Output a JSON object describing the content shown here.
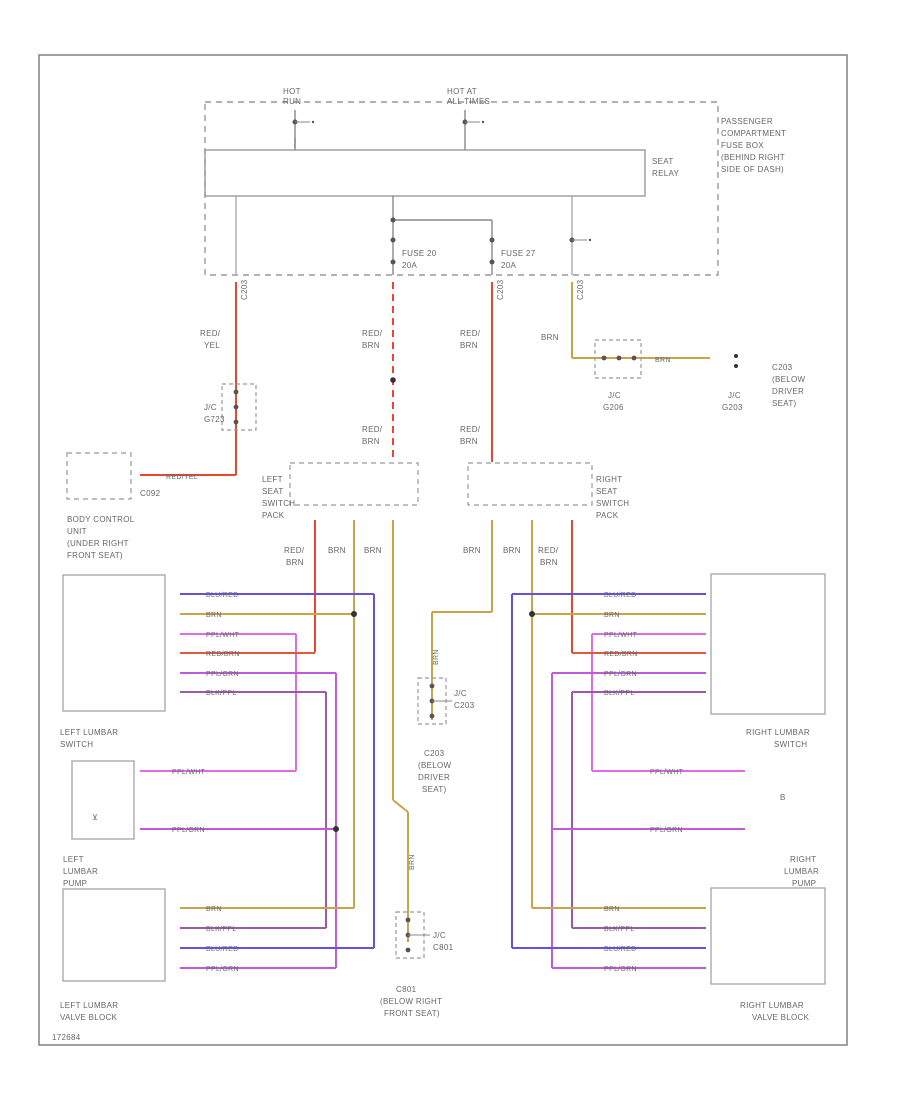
{
  "top_labels": {
    "hot_run": [
      "HOT",
      "RUN"
    ],
    "hot_all": [
      "HOT AT",
      "ALL TIMES"
    ]
  },
  "fuse_box": {
    "label": [
      "PASSENGER",
      "COMPARTMENT",
      "FUSE BOX",
      "(BEHIND RIGHT",
      "SIDE OF DASH)"
    ]
  },
  "seat_relay": [
    "SEAT",
    "RELAY"
  ],
  "fuse20": [
    "FUSE 20",
    "20A"
  ],
  "fuse27": [
    "FUSE 27",
    "20A"
  ],
  "connectors": {
    "c1": "C203",
    "c2": "C203",
    "c3": "C203"
  },
  "wire_labels": {
    "red_yel": [
      "RED/",
      "YEL"
    ],
    "red_brn_a": [
      "RED/",
      "BRN"
    ],
    "red_brn_b": [
      "RED/",
      "BRN"
    ],
    "red_brn_c": [
      "RED/",
      "BRN"
    ],
    "red_brn_d": [
      "RED/",
      "BRN"
    ],
    "brn_top": "BRN",
    "brn_right": "BRN",
    "red_yel_h": "RED/YEL",
    "brn_mid": "BRN",
    "brn_low": "BRN"
  },
  "splices": {
    "s1": [
      "J/C",
      "G723"
    ],
    "s2": [
      "J/C",
      "G206"
    ],
    "s3": [
      "J/C",
      "C203"
    ],
    "s4": [
      "J/C",
      "G203"
    ],
    "s5": [
      "J/C",
      "C801"
    ]
  },
  "c203_note": [
    "C203",
    "(BELOW",
    "DRIVER",
    "SEAT)"
  ],
  "c203_note_mid": [
    "C203",
    "(BELOW",
    "DRIVER",
    "SEAT)"
  ],
  "bcu": {
    "conn": "C092",
    "label": [
      "BODY CONTROL",
      "UNIT",
      "(UNDER RIGHT",
      "FRONT SEAT)"
    ]
  },
  "left_pack": [
    "LEFT",
    "SEAT",
    "SWITCH",
    "PACK"
  ],
  "right_pack": [
    "RIGHT",
    "SEAT",
    "SWITCH",
    "PACK"
  ],
  "left_pack_wires": {
    "w1": [
      "RED/",
      "BRN"
    ],
    "w2": "BRN",
    "w3": "BRN"
  },
  "right_pack_wires": {
    "w1": "BRN",
    "w2": "BRN",
    "w3": [
      "RED/",
      "BRN"
    ]
  },
  "left_switch": {
    "label": [
      "LEFT LUMBAR",
      "SWITCH"
    ],
    "wires": [
      "BLU/RED",
      "BRN",
      "PPL/WHT",
      "RED/BRN",
      "PPL/GRN",
      "BLK/PPL"
    ]
  },
  "right_switch": {
    "label": [
      "RIGHT LUMBAR",
      "SWITCH"
    ],
    "wires": [
      "BLU/RED",
      "BRN",
      "PPL/WHT",
      "RED/BRN",
      "PPL/GRN",
      "BLK/PPL"
    ]
  },
  "left_pump": {
    "label": [
      "LEFT",
      "LUMBAR",
      "PUMP"
    ],
    "wires": [
      "PPL/WHT",
      "PPL/GRN"
    ]
  },
  "right_pump": {
    "label": [
      "RIGHT",
      "LUMBAR",
      "PUMP"
    ],
    "wires": [
      "PPL/WHT",
      "PPL/GRN"
    ]
  },
  "left_valve": {
    "label": [
      "LEFT LUMBAR",
      "VALVE BLOCK"
    ],
    "wires": [
      "BRN",
      "BLK/PPL",
      "BLU/RED",
      "PPL/GRN"
    ]
  },
  "right_valve": {
    "label": [
      "RIGHT LUMBAR",
      "VALVE BLOCK"
    ],
    "wires": [
      "BRN",
      "BLK/PPL",
      "BLU/RED",
      "PPL/GRN"
    ]
  },
  "c801": [
    "C801",
    "(BELOW RIGHT",
    "FRONT SEAT)"
  ],
  "page_mark": "B",
  "footer_code": "172684",
  "colors": {
    "frame": "#888888",
    "dash": "#999999",
    "red": "#e8472e",
    "redbrn": "#e05a40",
    "brn": "#c9a54a",
    "blu": "#6650e0",
    "ppl": "#b24ad0",
    "pplwht": "#e06ae8",
    "pplgrn": "#c05ad8",
    "blk": "#8a5a9a",
    "gray": "#aaaaaa"
  }
}
